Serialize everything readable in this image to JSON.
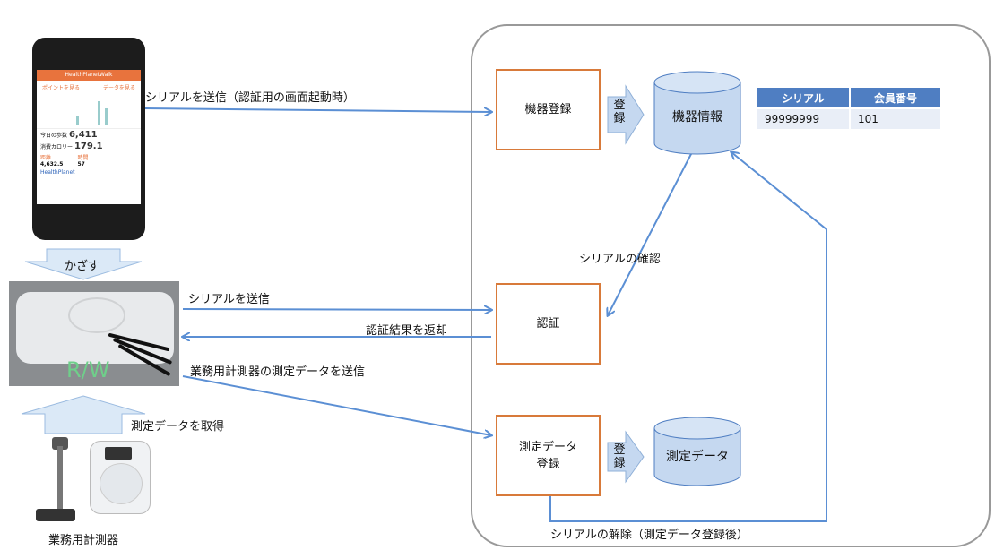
{
  "phone": {
    "app_name": "HealthPlanetWalk",
    "tab_point": "ポイントを見る",
    "tab_data": "データを見る",
    "stat1_label": "今日の歩数",
    "stat1_value": "6,411",
    "stat2_label": "消費カロリー",
    "stat2_value": "179.1",
    "stat3_label": "距離",
    "stat3_value": "4,632.5",
    "stat4_label": "時間",
    "stat4_value": "57",
    "footer_title": "HealthPlanet"
  },
  "labels": {
    "kazasu": "かざす",
    "rw": "R/W",
    "send_serial_auth": "シリアルを送信（認証用の画面起動時）",
    "send_serial": "シリアルを送信",
    "auth_result": "認証結果を返却",
    "send_measure": "業務用計測器の測定データを送信",
    "get_measure": "測定データを取得",
    "instrument": "業務用計測器",
    "serial_check": "シリアルの確認",
    "serial_release": "シリアルの解除（測定データ登録後）"
  },
  "boxes": {
    "device_reg": "機器登録",
    "auth": "認証",
    "measure_reg_line1": "測定データ",
    "measure_reg_line2": "登録"
  },
  "db": {
    "device_info": "機器情報",
    "measure_data": "測定データ"
  },
  "arrows": {
    "register1": [
      "登",
      "録"
    ],
    "register2": [
      "登",
      "録"
    ]
  },
  "table": {
    "headers": [
      "シリアル",
      "会員番号"
    ],
    "rows": [
      [
        "99999999",
        "101"
      ]
    ]
  },
  "colors": {
    "arrow": "#5b8fd4",
    "box_border": "#d87a3a",
    "cylinder_fill": "#c5d8f0",
    "table_header": "#4f7ec2"
  }
}
